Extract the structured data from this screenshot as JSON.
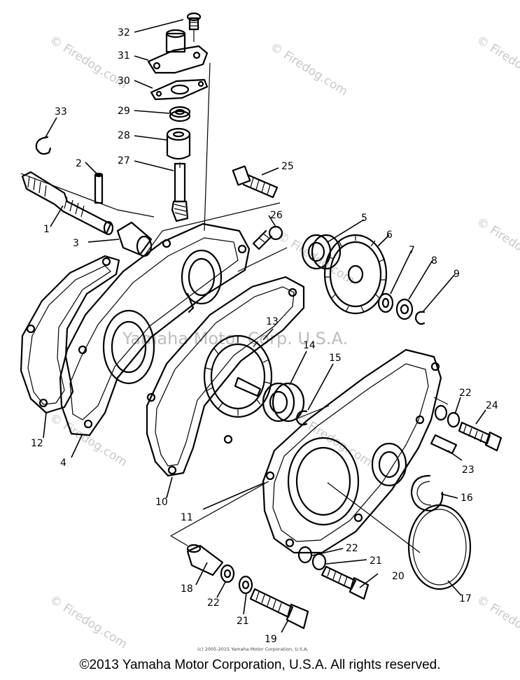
{
  "callouts": [
    "1",
    "2",
    "3",
    "4",
    "5",
    "6",
    "7",
    "8",
    "9",
    "10",
    "11",
    "12",
    "13",
    "14",
    "15",
    "16",
    "17",
    "18",
    "19",
    "20",
    "21",
    "22",
    "23",
    "24",
    "25",
    "26",
    "27",
    "28",
    "29",
    "30",
    "31",
    "32",
    "33"
  ],
  "repeat_callouts": {
    "c21a": "21",
    "c21b": "21",
    "c22a": "22",
    "c22b": "22",
    "c22c": "22"
  },
  "watermark": {
    "center": "Yamaha Motor Corp. U.S.A.",
    "site": "© Firedog.com"
  },
  "small_credit": "(c) 2005-2015 Yamaha Motor Corporation, U.S.A.",
  "copyright": "©2013 Yamaha Motor Corporation, U.S.A. All rights reserved."
}
